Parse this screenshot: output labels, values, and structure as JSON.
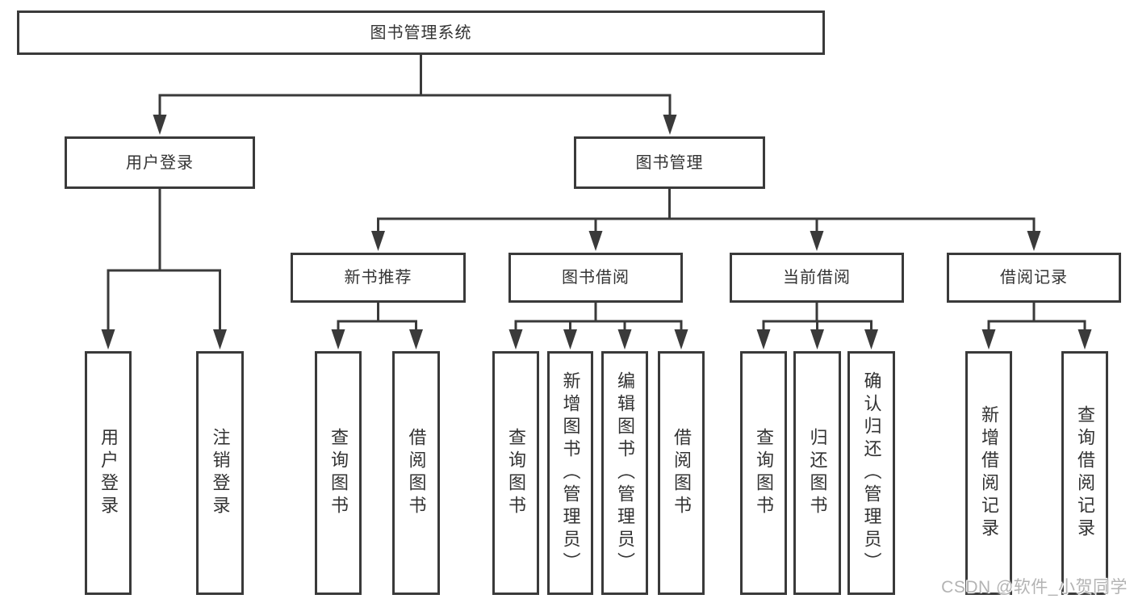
{
  "diagram": {
    "root": "图书管理系统",
    "level2": [
      "用户登录",
      "图书管理"
    ],
    "level3": [
      "新书推荐",
      "图书借阅",
      "当前借阅",
      "借阅记录"
    ],
    "leaves": {
      "user_login": [
        "用户登录",
        "注销登录"
      ],
      "new_books": [
        "查询图书",
        "借阅图书"
      ],
      "book_borrowing": [
        "查询图书",
        "新增图书（管理员）",
        "编辑图书（管理员）",
        "借阅图书"
      ],
      "current_borrowing": [
        "查询图书",
        "归还图书",
        "确认归还（管理员）"
      ],
      "borrowing_records": [
        "新增借阅记录",
        "查询借阅记录"
      ]
    }
  },
  "watermark": "CSDN @软件_小贺同学",
  "colors": {
    "line": "#3a3a3a",
    "text": "#333333",
    "watermark": "#b3b3b3",
    "background": "#ffffff"
  }
}
